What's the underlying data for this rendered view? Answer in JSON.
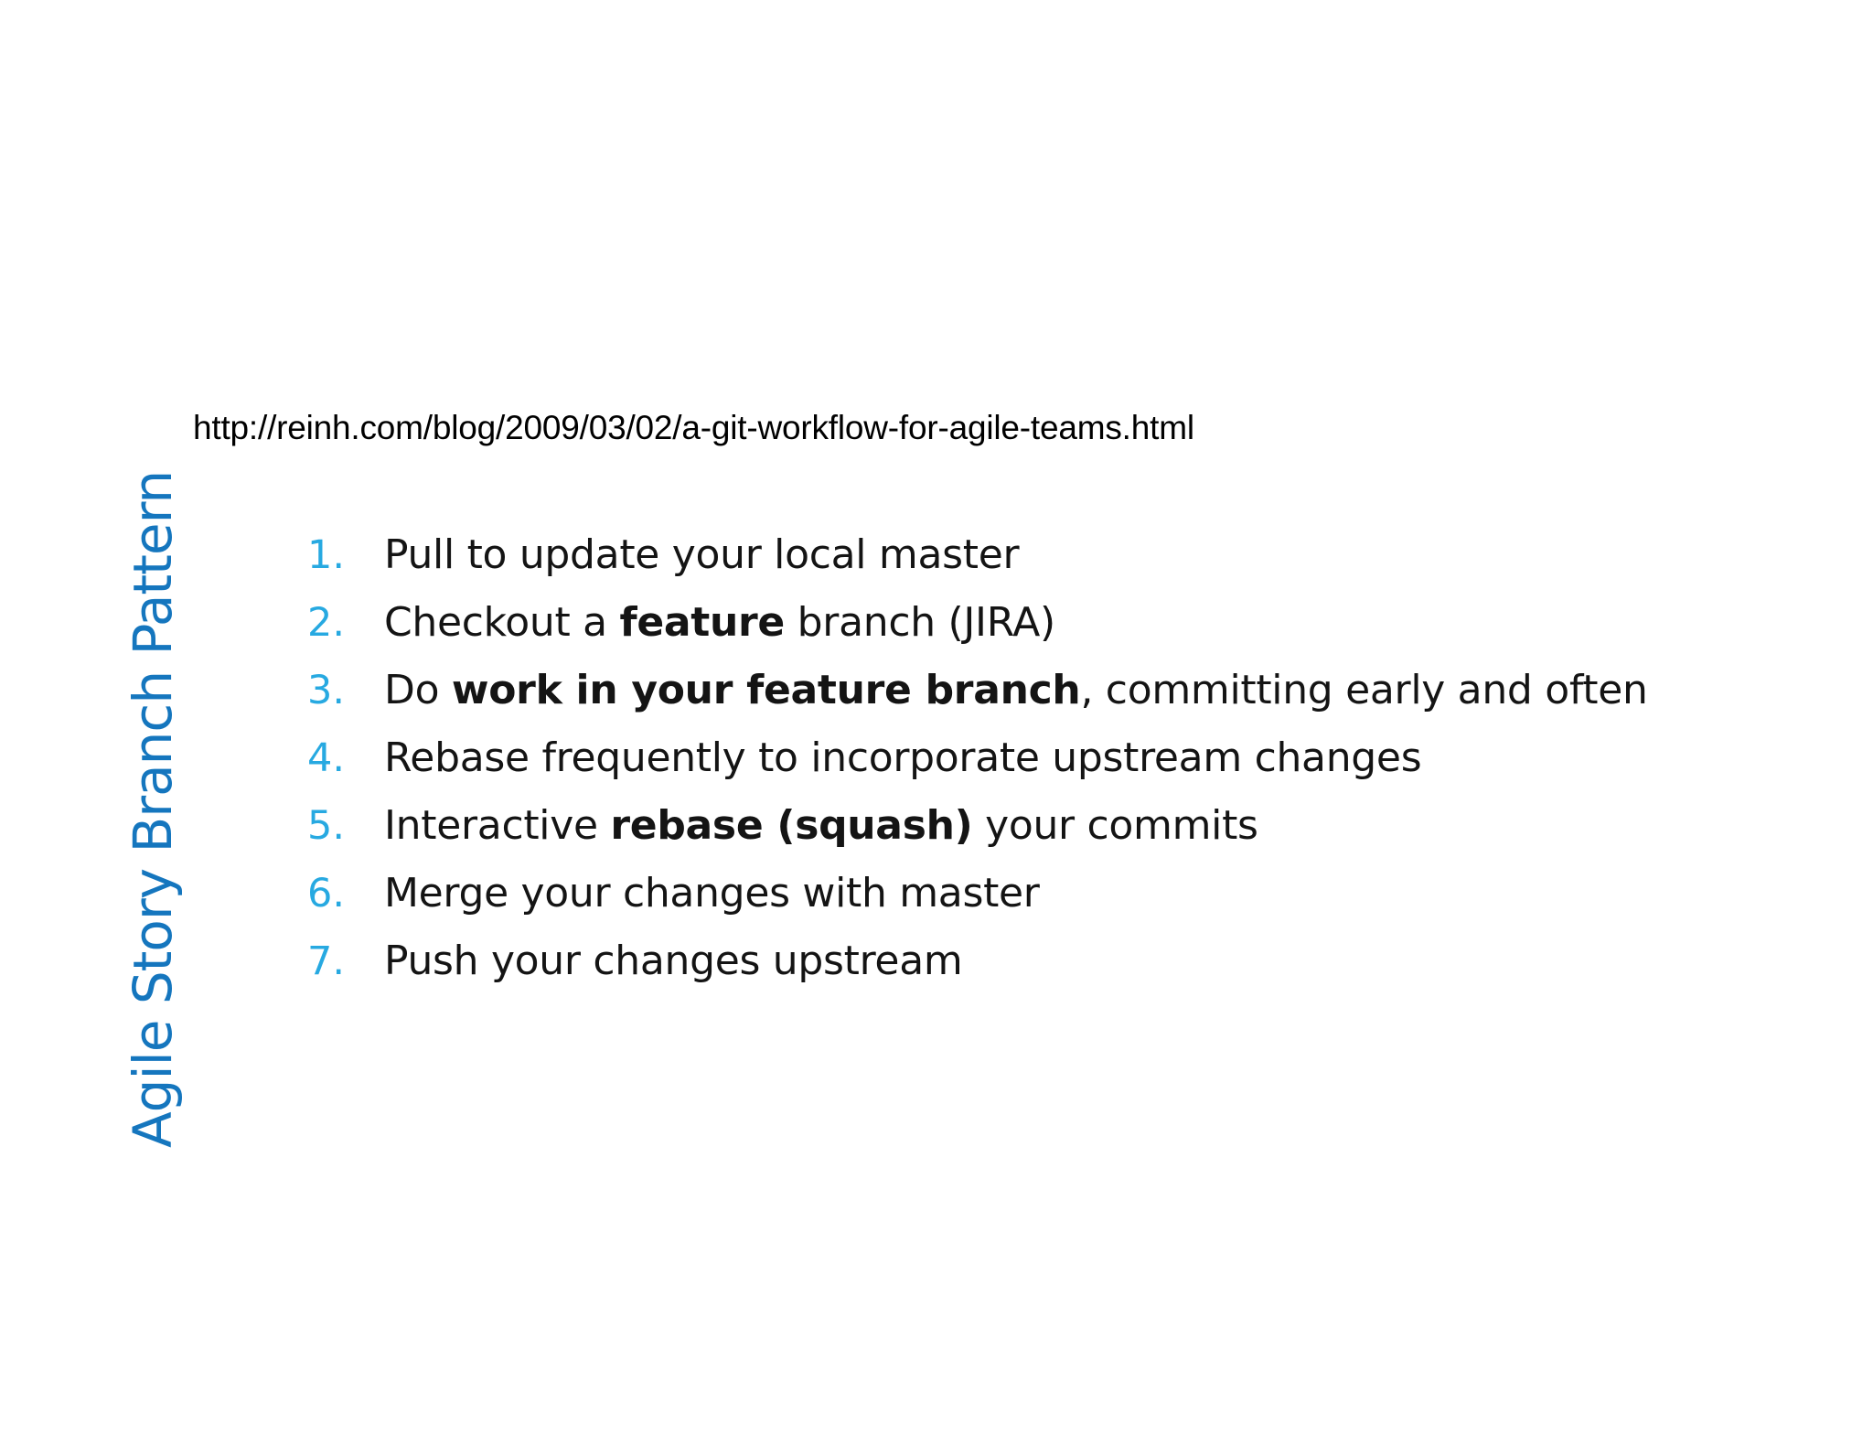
{
  "slide": {
    "background_color": "#ffffff",
    "title_color": "#1576be",
    "number_color": "#27a9e1",
    "body_text_color": "#141414",
    "vertical_title": "Agile Story Branch Pattern",
    "source_url": "http://reinh.com/blog/2009/03/02/a-git-workflow-for-agile-teams.html"
  },
  "steps": [
    {
      "number": "1.",
      "segments": [
        {
          "text": "Pull to update your local master",
          "bold": false
        }
      ]
    },
    {
      "number": "2.",
      "segments": [
        {
          "text": "Checkout a ",
          "bold": false
        },
        {
          "text": "feature",
          "bold": true
        },
        {
          "text": " branch (JIRA)",
          "bold": false
        }
      ]
    },
    {
      "number": "3.",
      "segments": [
        {
          "text": "Do ",
          "bold": false
        },
        {
          "text": "work in your feature branch",
          "bold": true
        },
        {
          "text": ", committing early and often",
          "bold": false
        }
      ]
    },
    {
      "number": "4.",
      "segments": [
        {
          "text": "Rebase frequently to incorporate upstream changes",
          "bold": false
        }
      ]
    },
    {
      "number": "5.",
      "segments": [
        {
          "text": "Interactive ",
          "bold": false
        },
        {
          "text": "rebase (squash)",
          "bold": true
        },
        {
          "text": " your commits",
          "bold": false
        }
      ]
    },
    {
      "number": "6.",
      "segments": [
        {
          "text": "Merge your changes with master",
          "bold": false
        }
      ]
    },
    {
      "number": "7.",
      "segments": [
        {
          "text": "Push your changes upstream",
          "bold": false
        }
      ]
    }
  ]
}
